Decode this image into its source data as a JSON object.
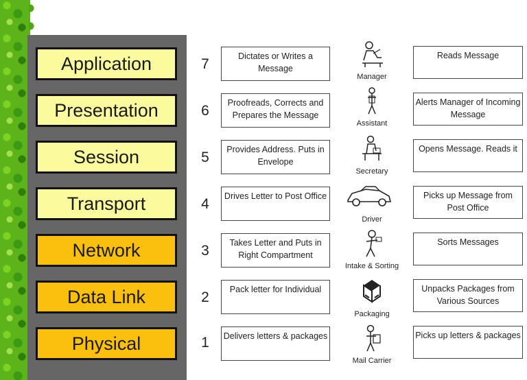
{
  "layers": [
    {
      "name": "Application",
      "number": "7",
      "style": "light",
      "sender_task": "Dictates or Writes a Message",
      "person": "Manager",
      "receiver_task": "Reads Message",
      "icon": "manager-icon"
    },
    {
      "name": "Presentation",
      "number": "6",
      "style": "light",
      "sender_task": "Proofreads, Corrects and Prepares the Message",
      "person": "Assistant",
      "receiver_task": "Alerts Manager of Incoming Message",
      "icon": "assistant-icon"
    },
    {
      "name": "Session",
      "number": "5",
      "style": "light",
      "sender_task": "Provides Address. Puts in Envelope",
      "person": "Secretary",
      "receiver_task": "Opens Message. Reads it",
      "icon": "secretary-icon"
    },
    {
      "name": "Transport",
      "number": "4",
      "style": "light",
      "sender_task": "Drives Letter to Post Office",
      "person": "Driver",
      "receiver_task": "Picks up Message from Post Office",
      "icon": "car-icon"
    },
    {
      "name": "Network",
      "number": "3",
      "style": "dark",
      "sender_task": "Takes Letter and Puts in Right Compartment",
      "person": "Intake & Sorting",
      "receiver_task": "Sorts Messages",
      "icon": "sorter-icon"
    },
    {
      "name": "Data Link",
      "number": "2",
      "style": "dark",
      "sender_task": "Pack letter for Individual",
      "person": "Packaging",
      "receiver_task": "Unpacks Packages from Various Sources",
      "icon": "package-icon"
    },
    {
      "name": "Physical",
      "number": "1",
      "style": "dark",
      "sender_task": "Delivers letters & packages",
      "person": "Mail Carrier",
      "receiver_task": "Picks up letters & packages",
      "icon": "mail-carrier-icon"
    }
  ],
  "colors": {
    "panel": "#666666",
    "layer_light": "#fbfb9e",
    "layer_dark": "#fbbf0e",
    "leaf_green": "#5bb41a"
  }
}
